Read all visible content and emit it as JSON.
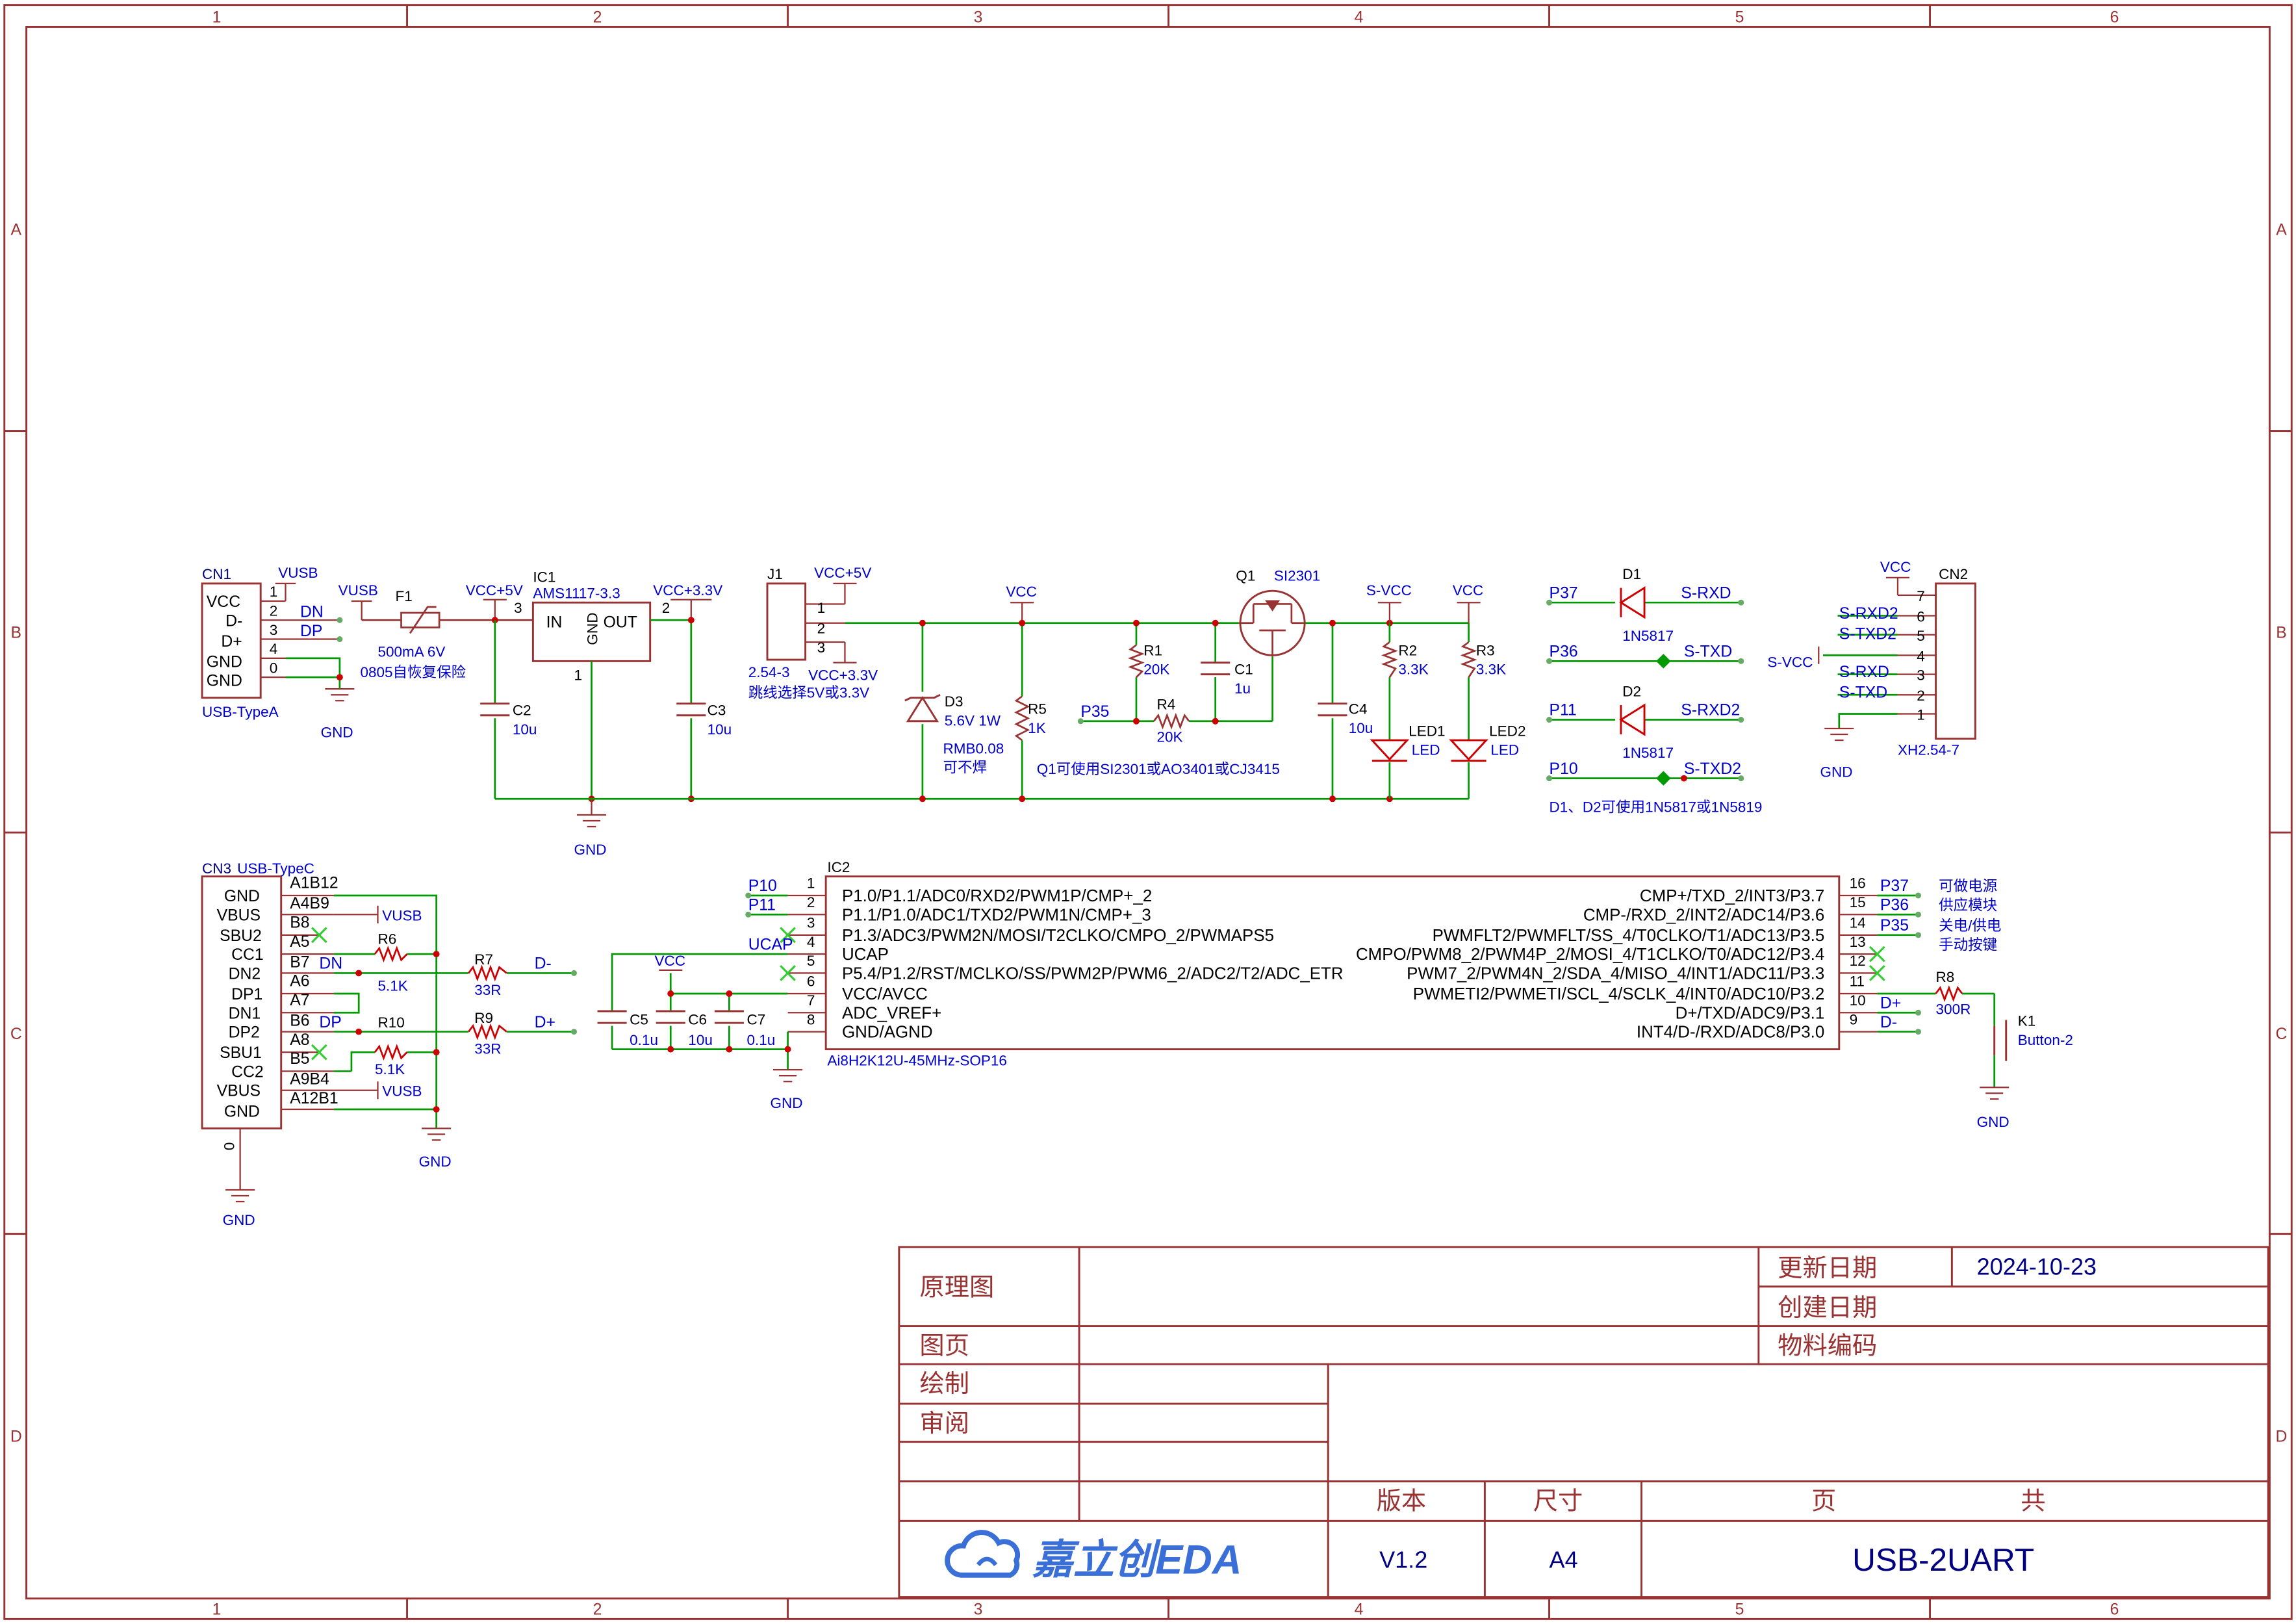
{
  "border": {
    "col_labels": [
      "1",
      "2",
      "3",
      "4",
      "5",
      "6"
    ],
    "row_labels": [
      "A",
      "B",
      "C",
      "D"
    ]
  },
  "colors": {
    "frame": "#993333",
    "wire": "#009900",
    "label": "#0000cc",
    "text": "#000000",
    "junction": "#cc0000",
    "noconnect": "#33cc33"
  },
  "cn1": {
    "ref": "CN1",
    "value": "USB-TypeA",
    "pins": [
      {
        "name": "VCC",
        "num": "1"
      },
      {
        "name": "D-",
        "num": "2"
      },
      {
        "name": "D+",
        "num": "3"
      },
      {
        "name": "GND",
        "num": "4"
      },
      {
        "name": "GND",
        "num": "0"
      }
    ],
    "vusb": "VUSB",
    "dn": "DN",
    "dp": "DP",
    "gnd": "GND"
  },
  "f1": {
    "ref": "F1",
    "value": "500mA 6V",
    "note": "0805自恢复保险",
    "vusb": "VUSB"
  },
  "ic1": {
    "ref": "IC1",
    "value": "AMS1117-3.3",
    "in": "IN",
    "out": "OUT",
    "gnd": "GND",
    "pin_in": "3",
    "pin_out": "2",
    "pin_gnd": "1"
  },
  "vcc5": "VCC+5V",
  "vcc33": "VCC+3.3V",
  "c2": {
    "ref": "C2",
    "value": "10u"
  },
  "c3": {
    "ref": "C3",
    "value": "10u"
  },
  "gnd_main": "GND",
  "j1": {
    "ref": "J1",
    "value": "2.54-3",
    "note": "跳线选择5V或3.3V",
    "vcc5": "VCC+5V",
    "vcc33": "VCC+3.3V",
    "pins": [
      "1",
      "2",
      "3"
    ]
  },
  "d3": {
    "ref": "D3",
    "value": "5.6V 1W"
  },
  "rmb": {
    "value": "RMB0.08",
    "note": "可不焊"
  },
  "vcc_mid": "VCC",
  "r5": {
    "ref": "R5",
    "value": "1K"
  },
  "r1": {
    "ref": "R1",
    "value": "20K"
  },
  "r4": {
    "ref": "R4",
    "value": "20K"
  },
  "c1": {
    "ref": "C1",
    "value": "1u"
  },
  "p35": "P35",
  "q1": {
    "ref": "Q1",
    "value": "SI2301",
    "note": "Q1可使用SI2301或AO3401或CJ3415"
  },
  "svcc": "S-VCC",
  "c4": {
    "ref": "C4",
    "value": "10u"
  },
  "r2": {
    "ref": "R2",
    "value": "3.3K"
  },
  "r3": {
    "ref": "R3",
    "value": "3.3K"
  },
  "led1": {
    "ref": "LED1",
    "value": "LED"
  },
  "led2": {
    "ref": "LED2",
    "value": "LED"
  },
  "vcc_r3": "VCC",
  "diodes": {
    "d1_ref": "D1",
    "d1_val": "1N5817",
    "d2_ref": "D2",
    "d2_val": "1N5817",
    "p37": "P37",
    "srxd": "S-RXD",
    "p36": "P36",
    "stxd": "S-TXD",
    "p11": "P11",
    "srxd2": "S-RXD2",
    "p10": "P10",
    "stxd2": "S-TXD2",
    "note": "D1、D2可使用1N5817或1N5819"
  },
  "cn2": {
    "ref": "CN2",
    "value": "XH2.54-7",
    "vcc": "VCC",
    "svcc": "S-VCC",
    "gnd": "GND",
    "pins": [
      "7",
      "6",
      "5",
      "4",
      "3",
      "2",
      "1"
    ],
    "labels": [
      "S-RXD2",
      "S-TXD2",
      "S-RXD",
      "S-TXD"
    ]
  },
  "cn3": {
    "ref": "CN3",
    "value": "USB-TypeC",
    "pin_names": [
      "GND",
      "VBUS",
      "SBU2",
      "CC1",
      "DN2",
      "DP1",
      "DN1",
      "DP2",
      "SBU1",
      "CC2",
      "VBUS",
      "GND"
    ],
    "pin_nums": [
      "A1B12",
      "A4B9",
      "B8",
      "A5",
      "B7",
      "A6",
      "A7",
      "B6",
      "A8",
      "B5",
      "A9B4",
      "A12B1"
    ],
    "zero": "0",
    "vusb": "VUSB",
    "dn": "DN",
    "dp": "DP",
    "gnd": "GND"
  },
  "r6": {
    "ref": "R6",
    "value": "5.1K"
  },
  "r10": {
    "ref": "R10",
    "value": "5.1K"
  },
  "r7": {
    "ref": "R7",
    "value": "33R",
    "net": "D-"
  },
  "r9": {
    "ref": "R9",
    "value": "33R",
    "net": "D+"
  },
  "ic2": {
    "ref": "IC2",
    "value": "Ai8H2K12U-45MHz-SOP16",
    "left": [
      {
        "num": "1",
        "name": "P1.0/P1.1/ADC0/RXD2/PWM1P/CMP+_2"
      },
      {
        "num": "2",
        "name": "P1.1/P1.0/ADC1/TXD2/PWM1N/CMP+_3"
      },
      {
        "num": "3",
        "name": "P1.3/ADC3/PWM2N/MOSI/T2CLKO/CMPO_2/PWMAPS5"
      },
      {
        "num": "4",
        "name": "UCAP"
      },
      {
        "num": "5",
        "name": "P5.4/P1.2/RST/MCLKO/SS/PWM2P/PWM6_2/ADC2/T2/ADC_ETR"
      },
      {
        "num": "6",
        "name": ""
      },
      {
        "num": "7",
        "name": "VCC/AVCC"
      },
      {
        "num": "8",
        "name": "ADC_VREF+"
      },
      {
        "num": "",
        "name": "GND/AGND"
      }
    ],
    "right": [
      {
        "num": "16",
        "name": "CMP+/TXD_2/INT3/P3.7"
      },
      {
        "num": "15",
        "name": "CMP-/RXD_2/INT2/ADC14/P3.6"
      },
      {
        "num": "14",
        "name": "PWMFLT2/PWMFLT/SS_4/T0CLKO/T1/ADC13/P3.5"
      },
      {
        "num": "13",
        "name": "CMPO/PWM8_2/PWM4P_2/MOSI_4/T1CLKO/T0/ADC12/P3.4"
      },
      {
        "num": "12",
        "name": "PWM7_2/PWM4N_2/SDA_4/MISO_4/INT1/ADC11/P3.3"
      },
      {
        "num": "11",
        "name": "PWMETI2/PWMETI/SCL_4/SCLK_4/INT0/ADC10/P3.2"
      },
      {
        "num": "10",
        "name": "D+/TXD/ADC9/P3.1"
      },
      {
        "num": "9",
        "name": "INT4/D-/RXD/ADC8/P3.0"
      }
    ],
    "p10": "P10",
    "p11": "P11",
    "ucap": "UCAP",
    "vcc": "VCC",
    "gnd": "GND",
    "p37": "P37",
    "p36": "P36",
    "p35": "P35",
    "dplus": "D+",
    "dminus": "D-",
    "note": [
      "可做电源",
      "供应模块",
      "关电/供电",
      "手动按键"
    ]
  },
  "c5": {
    "ref": "C5",
    "value": "0.1u"
  },
  "c6": {
    "ref": "C6",
    "value": "10u"
  },
  "c7": {
    "ref": "C7",
    "value": "0.1u"
  },
  "r8": {
    "ref": "R8",
    "value": "300R"
  },
  "k1": {
    "ref": "K1",
    "value": "Button-2",
    "gnd": "GND"
  },
  "title_block": {
    "schematic": "原理图",
    "sheet": "图页",
    "drawn": "绘制",
    "reviewed": "审阅",
    "updated_label": "更新日期",
    "updated_value": "2024-10-23",
    "created_label": "创建日期",
    "part_label": "物料编码",
    "version_label": "版本",
    "size_label": "尺寸",
    "page_label": "页",
    "total_label": "共",
    "version_value": "V1.2",
    "size_value": "A4",
    "title": "USB-2UART",
    "logo_text": "嘉立创EDA"
  }
}
